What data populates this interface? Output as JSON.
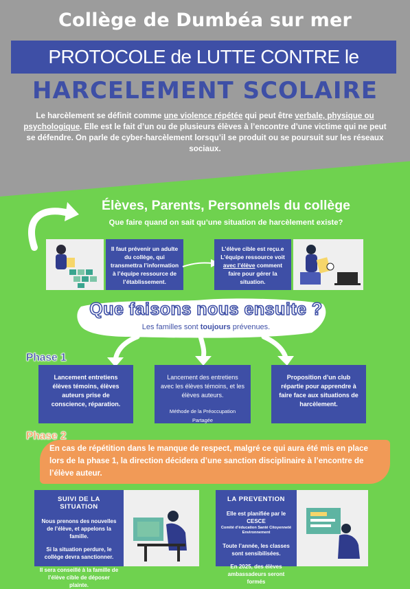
{
  "header": {
    "school": "Collège de Dumbéa sur mer",
    "protocol": "PROTOCOLE de LUTTE CONTRE le",
    "title": "HARCELEMENT SCOLAIRE",
    "intro_1": "Le harcèlement se définit comme ",
    "intro_u1": "une violence répétée",
    "intro_2": " qui peut être ",
    "intro_u2": "verbale, physique ou psychologique",
    "intro_3": ". Elle est le fait d’un ou de plusieurs élèves à l’encontre d’une victime qui ne peut se défendre. On parle de cyber-harcèlement lorsqu’il se produit ou se poursuit sur les réseaux sociaux."
  },
  "audience": {
    "title": "Élèves, Parents, Personnels du collège",
    "question": "Que faire quand on sait qu’une situation de harcèlement existe?"
  },
  "step1": {
    "text": "Il faut prévenir un adulte du collège, qui transmettra l’information à l’équipe ressource de l’établissement."
  },
  "step2": {
    "line1": "L’élève cible est reçu.e",
    "line2": "L’équipe ressource voit",
    "line3_u": "avec l’élève",
    "line3": " comment faire pour gérer la situation."
  },
  "next": {
    "title": "Que faisons nous ensuite ?",
    "sub_1": "Les familles sont ",
    "sub_b": "toujours",
    "sub_2": " prévenues."
  },
  "phase1": {
    "label": "Phase 1",
    "card1": "Lancement entretiens élèves témoins, élèves auteurs prise de conscience, réparation.",
    "card2": "Lancement des entretiens avec les élèves témoins, et les élèves auteurs.",
    "card2_note": "Méthode de la Préoccupation Partagée",
    "card3": "Proposition d’un club répartie pour apprendre à faire face aux situations de harcèlement."
  },
  "phase2": {
    "label": "Phase 2",
    "text": "En cas de répétition dans le manque de respect, malgré ce qui aura été mis en place lors de la  phase 1, la direction décidera d’une sanction disciplinaire à l’encontre de l’élève auteur."
  },
  "suivi": {
    "title": "SUIVI DE LA SITUATION",
    "p1": "Nous prenons des nouvelles de l’élève, et appelons la famille.",
    "p2": "Si la situation perdure, le collège devra sanctionner.",
    "p3": "Il sera conseillé à la famille de l’élève cible de déposer plainte."
  },
  "prevention": {
    "title": "LA PREVENTION",
    "p1": "Elle est planifiée par le CESCE",
    "p1_small": "Comité d’éducation Santé Citoyenneté Environnement",
    "p2": "Toute l’année, les classes sont sensibilisées.",
    "p3": "En 2025, des élèves ambassadeurs seront formés"
  },
  "colors": {
    "navy": "#3e4fa6",
    "green": "#6fd24f",
    "grey": "#9c9c9c",
    "orange": "#f19a57"
  }
}
